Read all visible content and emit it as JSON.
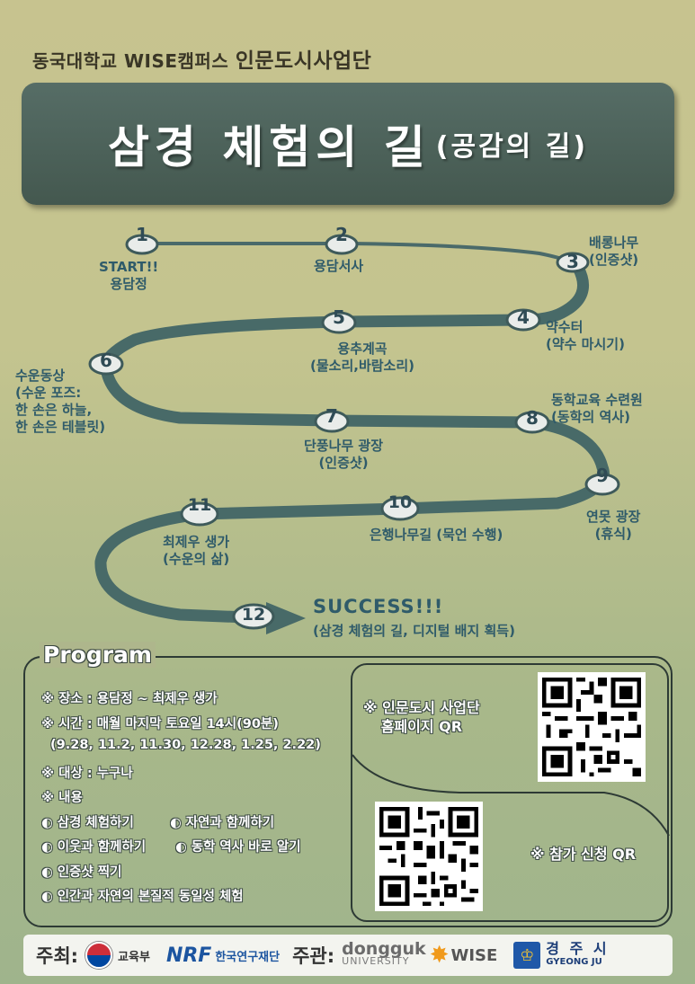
{
  "header": {
    "org_prefix": "동국대학교 WISE캠퍼스",
    "org_name": "인문도시사업단",
    "title": "삼경 체험의 길",
    "subtitle": "(공감의 길)"
  },
  "route": {
    "stops": [
      {
        "num": "1",
        "lines": [
          "START!!",
          "용담정"
        ]
      },
      {
        "num": "2",
        "lines": [
          "용담서사"
        ]
      },
      {
        "num": "3",
        "lines": [
          "배롱나무",
          "(인증샷)"
        ]
      },
      {
        "num": "4",
        "lines": [
          "약수터",
          "(약수 마시기)"
        ]
      },
      {
        "num": "5",
        "lines": [
          "용추계곡",
          "(물소리,바람소리)"
        ]
      },
      {
        "num": "6",
        "lines": [
          "수운동상",
          "(수운 포즈:",
          "한 손은 하늘,",
          "한 손은 테블릿)"
        ]
      },
      {
        "num": "7",
        "lines": [
          "단풍나무 광장",
          "(인증샷)"
        ]
      },
      {
        "num": "8",
        "lines": [
          "동학교육 수련원",
          "(동학의 역사)"
        ]
      },
      {
        "num": "9",
        "lines": [
          "연못 광장",
          "(휴식)"
        ]
      },
      {
        "num": "10",
        "lines": [
          "은행나무길 (묵언 수행)"
        ]
      },
      {
        "num": "11",
        "lines": [
          "최제우 생가",
          "(수운의 삶)"
        ]
      },
      {
        "num": "12",
        "lines": []
      }
    ],
    "success_title": "SUCCESS!!!",
    "success_sub": "(삼경 체험의 길, 디지털 배지 획득)"
  },
  "program": {
    "title": "Program",
    "place": "※ 장소 : 용담정 ~ 최제우 생가",
    "time": "※ 시간 : 매월 마지막 토요일 14시(90분)",
    "dates": "(9.28, 11.2, 11.30, 12.28, 1.25, 2.22)",
    "target": "※ 대상 : 누구나",
    "content_head": "※ 내용",
    "content_1a": "◐ 삼경 체험하기",
    "content_1b": "◐ 자연과 함께하기",
    "content_2a": "◐ 이웃과 함께하기",
    "content_2b": "◐ 동학 역사 바로 알기",
    "content_3": "◐ 인증샷 찍기",
    "content_4": "◐ 인간과 자연의 본질적 동일성 체험"
  },
  "qr": {
    "homepage_line1": "※ 인문도시 사업단",
    "homepage_line2": "홈페이지 QR",
    "apply": "※ 참가 신청 QR"
  },
  "footer": {
    "host_label": "주최:",
    "host_1": "교육부",
    "host_2_logo": "NRF",
    "host_2": "한국연구재단",
    "org_label": "주관:",
    "org_1a": "dongguk",
    "org_1b": "UNIVERSITY",
    "org_2": "WISE",
    "org_3a": "경 주 시",
    "org_3b": "GYEONG JU"
  },
  "colors": {
    "route": "#4a6a6a",
    "stop_fill": "#e9ecea",
    "label_text": "#2f5b6a",
    "banner": "#4e635b"
  }
}
